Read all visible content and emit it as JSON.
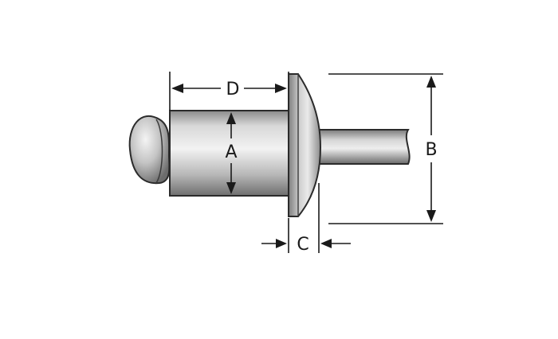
{
  "diagram": {
    "subject": "blind-rivet",
    "labels": {
      "a": "A",
      "b": "B",
      "c": "C",
      "d": "D"
    },
    "colors": {
      "line": "#1a1a1a",
      "outline": "#2b2b2b",
      "metal_dark": "#7d7d7d",
      "metal_mid": "#c9c9c9",
      "metal_light": "#efefef",
      "background": "#ffffff"
    }
  }
}
